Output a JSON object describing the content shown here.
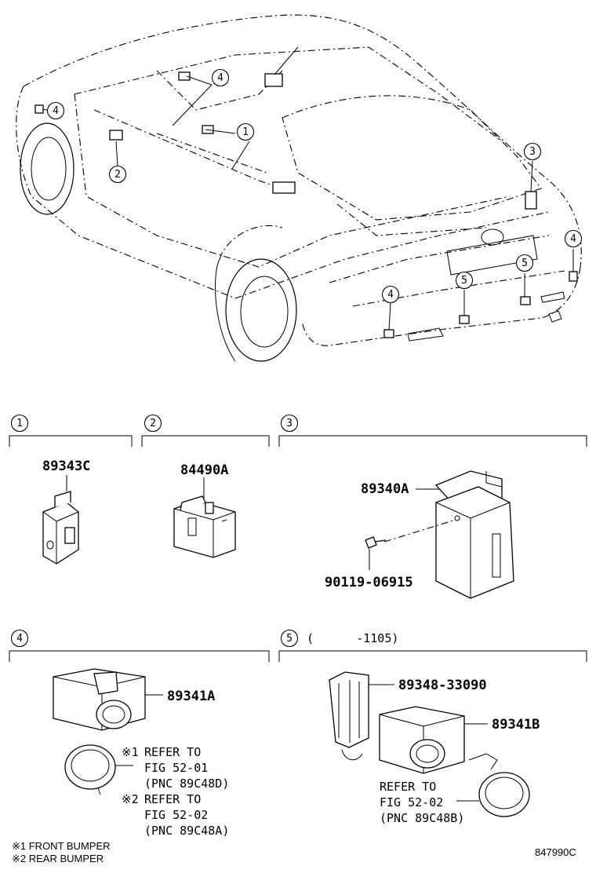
{
  "diagram": {
    "callouts": [
      "1",
      "2",
      "3",
      "4",
      "5"
    ],
    "sections": [
      {
        "num": "1",
        "parts": [
          "89343C"
        ]
      },
      {
        "num": "2",
        "parts": [
          "84490A"
        ]
      },
      {
        "num": "3",
        "parts": [
          "89340A",
          "90119-06915"
        ]
      },
      {
        "num": "4",
        "parts": [
          "89341A"
        ],
        "notes": [
          "REFER TO",
          "FIG 52-01",
          "(PNC 89C48D)",
          "REFER TO",
          "FIG 52-02",
          "(PNC 89C48A)"
        ],
        "marks": [
          "※1",
          "※2"
        ]
      },
      {
        "num": "5",
        "qualifier": "(      -1105)",
        "parts": [
          "89348-33090",
          "89341B"
        ],
        "notes": [
          "REFER TO",
          "FIG 52-02",
          "(PNC 89C48B)"
        ]
      }
    ],
    "footnotes": [
      "※1 FRONT BUMPER",
      "※2 REAR BUMPER"
    ],
    "catalog_code": "847990C"
  }
}
